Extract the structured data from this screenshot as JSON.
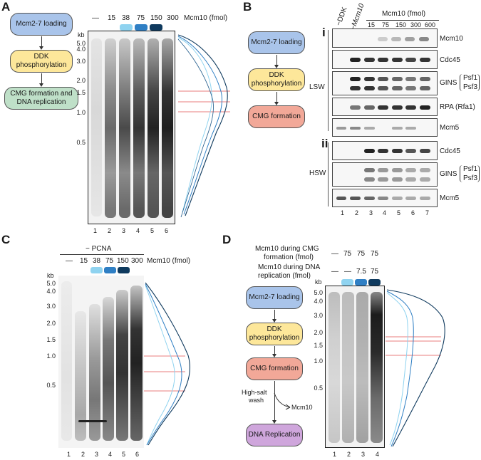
{
  "colors": {
    "light": "#8fd3f0",
    "mid": "#2f7fc4",
    "dark": "#0f3a5e",
    "red": "#e05050"
  },
  "panel_a": {
    "label": "A",
    "flow": [
      "Mcm2-7 loading",
      "DDK phosphorylation",
      "CMG formation and DNA replication"
    ],
    "dash": "—",
    "conc": [
      "15",
      "38",
      "75",
      "150",
      "300"
    ],
    "unit": "Mcm10 (fmol)",
    "kb": "kb",
    "ticks": [
      "5.0",
      "4.0",
      "3.0",
      "2.0",
      "1.5",
      "1.0",
      "0.5"
    ],
    "lanes": [
      "1",
      "2",
      "3",
      "4",
      "5",
      "6"
    ]
  },
  "panel_b": {
    "label": "B",
    "flow": [
      "Mcm2-7 loading",
      "DDK phosphorylation",
      "CMG formation"
    ],
    "col_heads": [
      "−DDK",
      "−Mcm10"
    ],
    "mcm_header": "Mcm10 (fmol)",
    "conc": [
      "15",
      "75",
      "150",
      "300",
      "600"
    ],
    "sec_i": "i",
    "sec_ii": "ii",
    "lsw": "LSW",
    "hsw": "HSW",
    "rows_i": [
      "Mcm10",
      "Cdc45",
      "GINS",
      "RPA (Rfa1)",
      "Mcm5"
    ],
    "rows_ii": [
      "Cdc45",
      "GINS",
      "Mcm5"
    ],
    "gins_sub": [
      "Psf1",
      "Psf3"
    ],
    "lanes": [
      "1",
      "2",
      "3",
      "4",
      "5",
      "6",
      "7"
    ]
  },
  "panel_c": {
    "label": "C",
    "pcna": "− PCNA",
    "dash": "—",
    "conc": [
      "15",
      "38",
      "75",
      "150",
      "300"
    ],
    "unit": "Mcm10 (fmol)",
    "kb": "kb",
    "ticks": [
      "5.0",
      "4.0",
      "3.0",
      "2.0",
      "1.5",
      "1.0",
      "0.5"
    ],
    "lanes": [
      "1",
      "2",
      "3",
      "4",
      "5",
      "6"
    ]
  },
  "panel_d": {
    "label": "D",
    "row1_label": [
      "Mcm10 during CMG",
      "formation (fmol)"
    ],
    "row2_label": [
      "Mcm10 during DNA",
      "replication (fmol)"
    ],
    "row1_vals": [
      "—",
      "75",
      "75",
      "75"
    ],
    "row2_vals": [
      "—",
      "—",
      "7.5",
      "75"
    ],
    "flow": [
      "Mcm2-7 loading",
      "DDK phosphorylation",
      "CMG formation",
      "DNA Replication"
    ],
    "wash": [
      "High-salt",
      "wash"
    ],
    "mcm10_out": "Mcm10",
    "kb": "kb",
    "ticks": [
      "5.0",
      "4.0",
      "3.0",
      "2.0",
      "1.5",
      "1.0",
      "0.5"
    ],
    "lanes": [
      "1",
      "2",
      "3",
      "4"
    ]
  }
}
